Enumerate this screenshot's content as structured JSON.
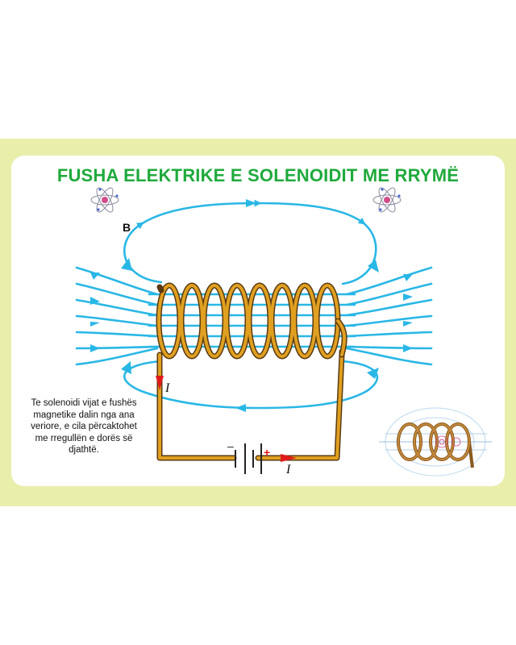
{
  "title": "FUSHA ELEKTRIKE E SOLENOIDIT ME RRYMË",
  "field_label": "B",
  "current_label_1": "I",
  "current_label_2": "I",
  "battery_minus": "–",
  "battery_plus": "+",
  "caption": "Te solenoidi vijat e fushës magnetike dalin nga ana veriore, e cila përcaktohet me rregullën e dorës së djathtë.",
  "colors": {
    "band": "#e9efab",
    "title": "#1faa3c",
    "field_lines": "#29b7e6",
    "wire": "#e0a020",
    "wire_outline": "#5a3a12",
    "arrow": "#e01a1a"
  },
  "icons": [
    "atom-icon",
    "atom-icon"
  ]
}
